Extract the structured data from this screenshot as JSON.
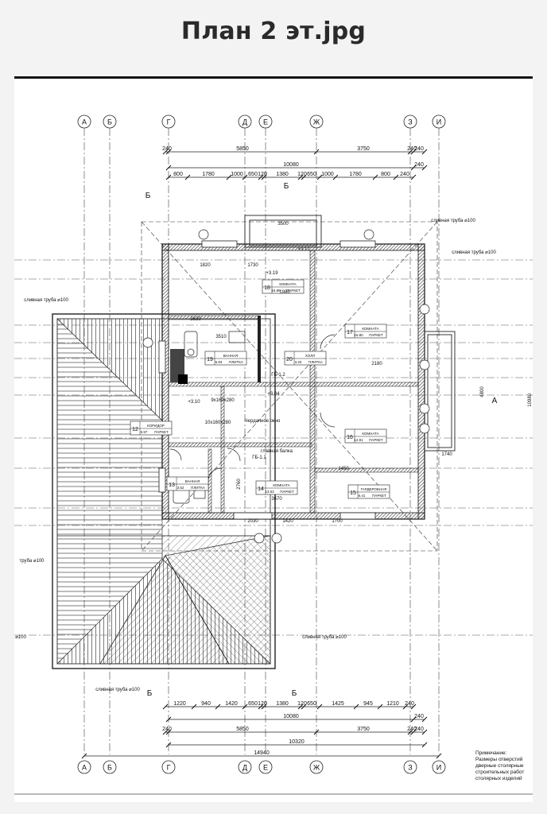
{
  "header": {
    "title": "План 2 эт.jpg"
  },
  "plan": {
    "axes_h": [
      "А",
      "Б",
      "Г",
      "Д",
      "Е",
      "Ж",
      "З",
      "И"
    ],
    "top_dims": {
      "row1": [
        "240",
        "5850",
        "3750",
        "240",
        "240"
      ],
      "row2": [
        "10080",
        "240"
      ],
      "row3": [
        "800",
        "1780",
        "1000",
        "650",
        "120",
        "1380",
        "120",
        "650",
        "1000",
        "1780",
        "800",
        "240"
      ]
    },
    "bottom_dims": {
      "row1": [
        "1220",
        "940",
        "1420",
        "650",
        "120",
        "1380",
        "120",
        "650",
        "1425",
        "945",
        "1210",
        "240"
      ],
      "row2": [
        "10080",
        "240"
      ],
      "row3": [
        "240",
        "5850",
        "3750",
        "240",
        "240"
      ],
      "row4": [
        "10320"
      ],
      "row5": [
        "14940"
      ]
    },
    "rooms": [
      {
        "num": "18",
        "name": "КОМНАТА",
        "area": "16.98",
        "floor": "ПАРКЕТ"
      },
      {
        "num": "17",
        "name": "КОМНАТА",
        "area": "15.80",
        "floor": "ПАРКЕТ"
      },
      {
        "num": "19",
        "name": "ВАННАЯ",
        "area": "5.84",
        "floor": "ПЛИТКА"
      },
      {
        "num": "20",
        "name": "ХОЛЛ",
        "area": "3.20",
        "floor": "ПЛИТКА"
      },
      {
        "num": "12",
        "name": "КОРИДОР",
        "area": "5.97",
        "floor": "ПАРКЕТ"
      },
      {
        "num": "16",
        "name": "КОМНАТА",
        "area": "12.91",
        "floor": "ПАРКЕТ"
      },
      {
        "num": "14",
        "name": "КОМНАТА",
        "area": "13.63",
        "floor": "ПАРКЕТ"
      },
      {
        "num": "13",
        "name": "ВАННАЯ",
        "area": "3.52",
        "floor": "ПЛИТКА"
      },
      {
        "num": "15",
        "name": "ГАРДЕРОБНАЯ",
        "area": "6.41",
        "floor": "ПАРКЕТ"
      }
    ],
    "labels": {
      "drain_pipe": "сливная труба ⌀100",
      "drain_pipe_left": "сливная труба ⌀100",
      "pipe_short": "труба ⌀100",
      "pipe_short2": "⌀100",
      "attic_window": "Чердачное окно",
      "main_beam": "главная балка",
      "gb11": "ГБ-1.1",
      "gb12": "ГБ-1.2",
      "hatch": "10x160x280",
      "hatch2": "9x160x280",
      "level1": "+3.17",
      "level2": "+3.19",
      "level3": "+3.04",
      "level4": "+3.10",
      "dim_3500": "3500",
      "dim_1820": "1820",
      "dim_1730": "1730",
      "dim_1980": "1980",
      "dim_3630": "3630",
      "dim_3510": "3510",
      "dim_2760": "2760",
      "dim_3670": "3670",
      "dim_2030": "2030",
      "dim_1420": "1420",
      "dim_1700": "1700",
      "dim_4800": "4800",
      "dim_10980": "10980",
      "dim_1740": "1740",
      "dim_1450": "1450",
      "dim_2180": "2180",
      "section_a": "А",
      "section_b": "Б",
      "note_title": "Примечание:",
      "note_l1": "Размеры отверстий",
      "note_l2": "дверные столярные",
      "note_l3": "строительных работ",
      "note_l4": "столярных изделий"
    }
  }
}
